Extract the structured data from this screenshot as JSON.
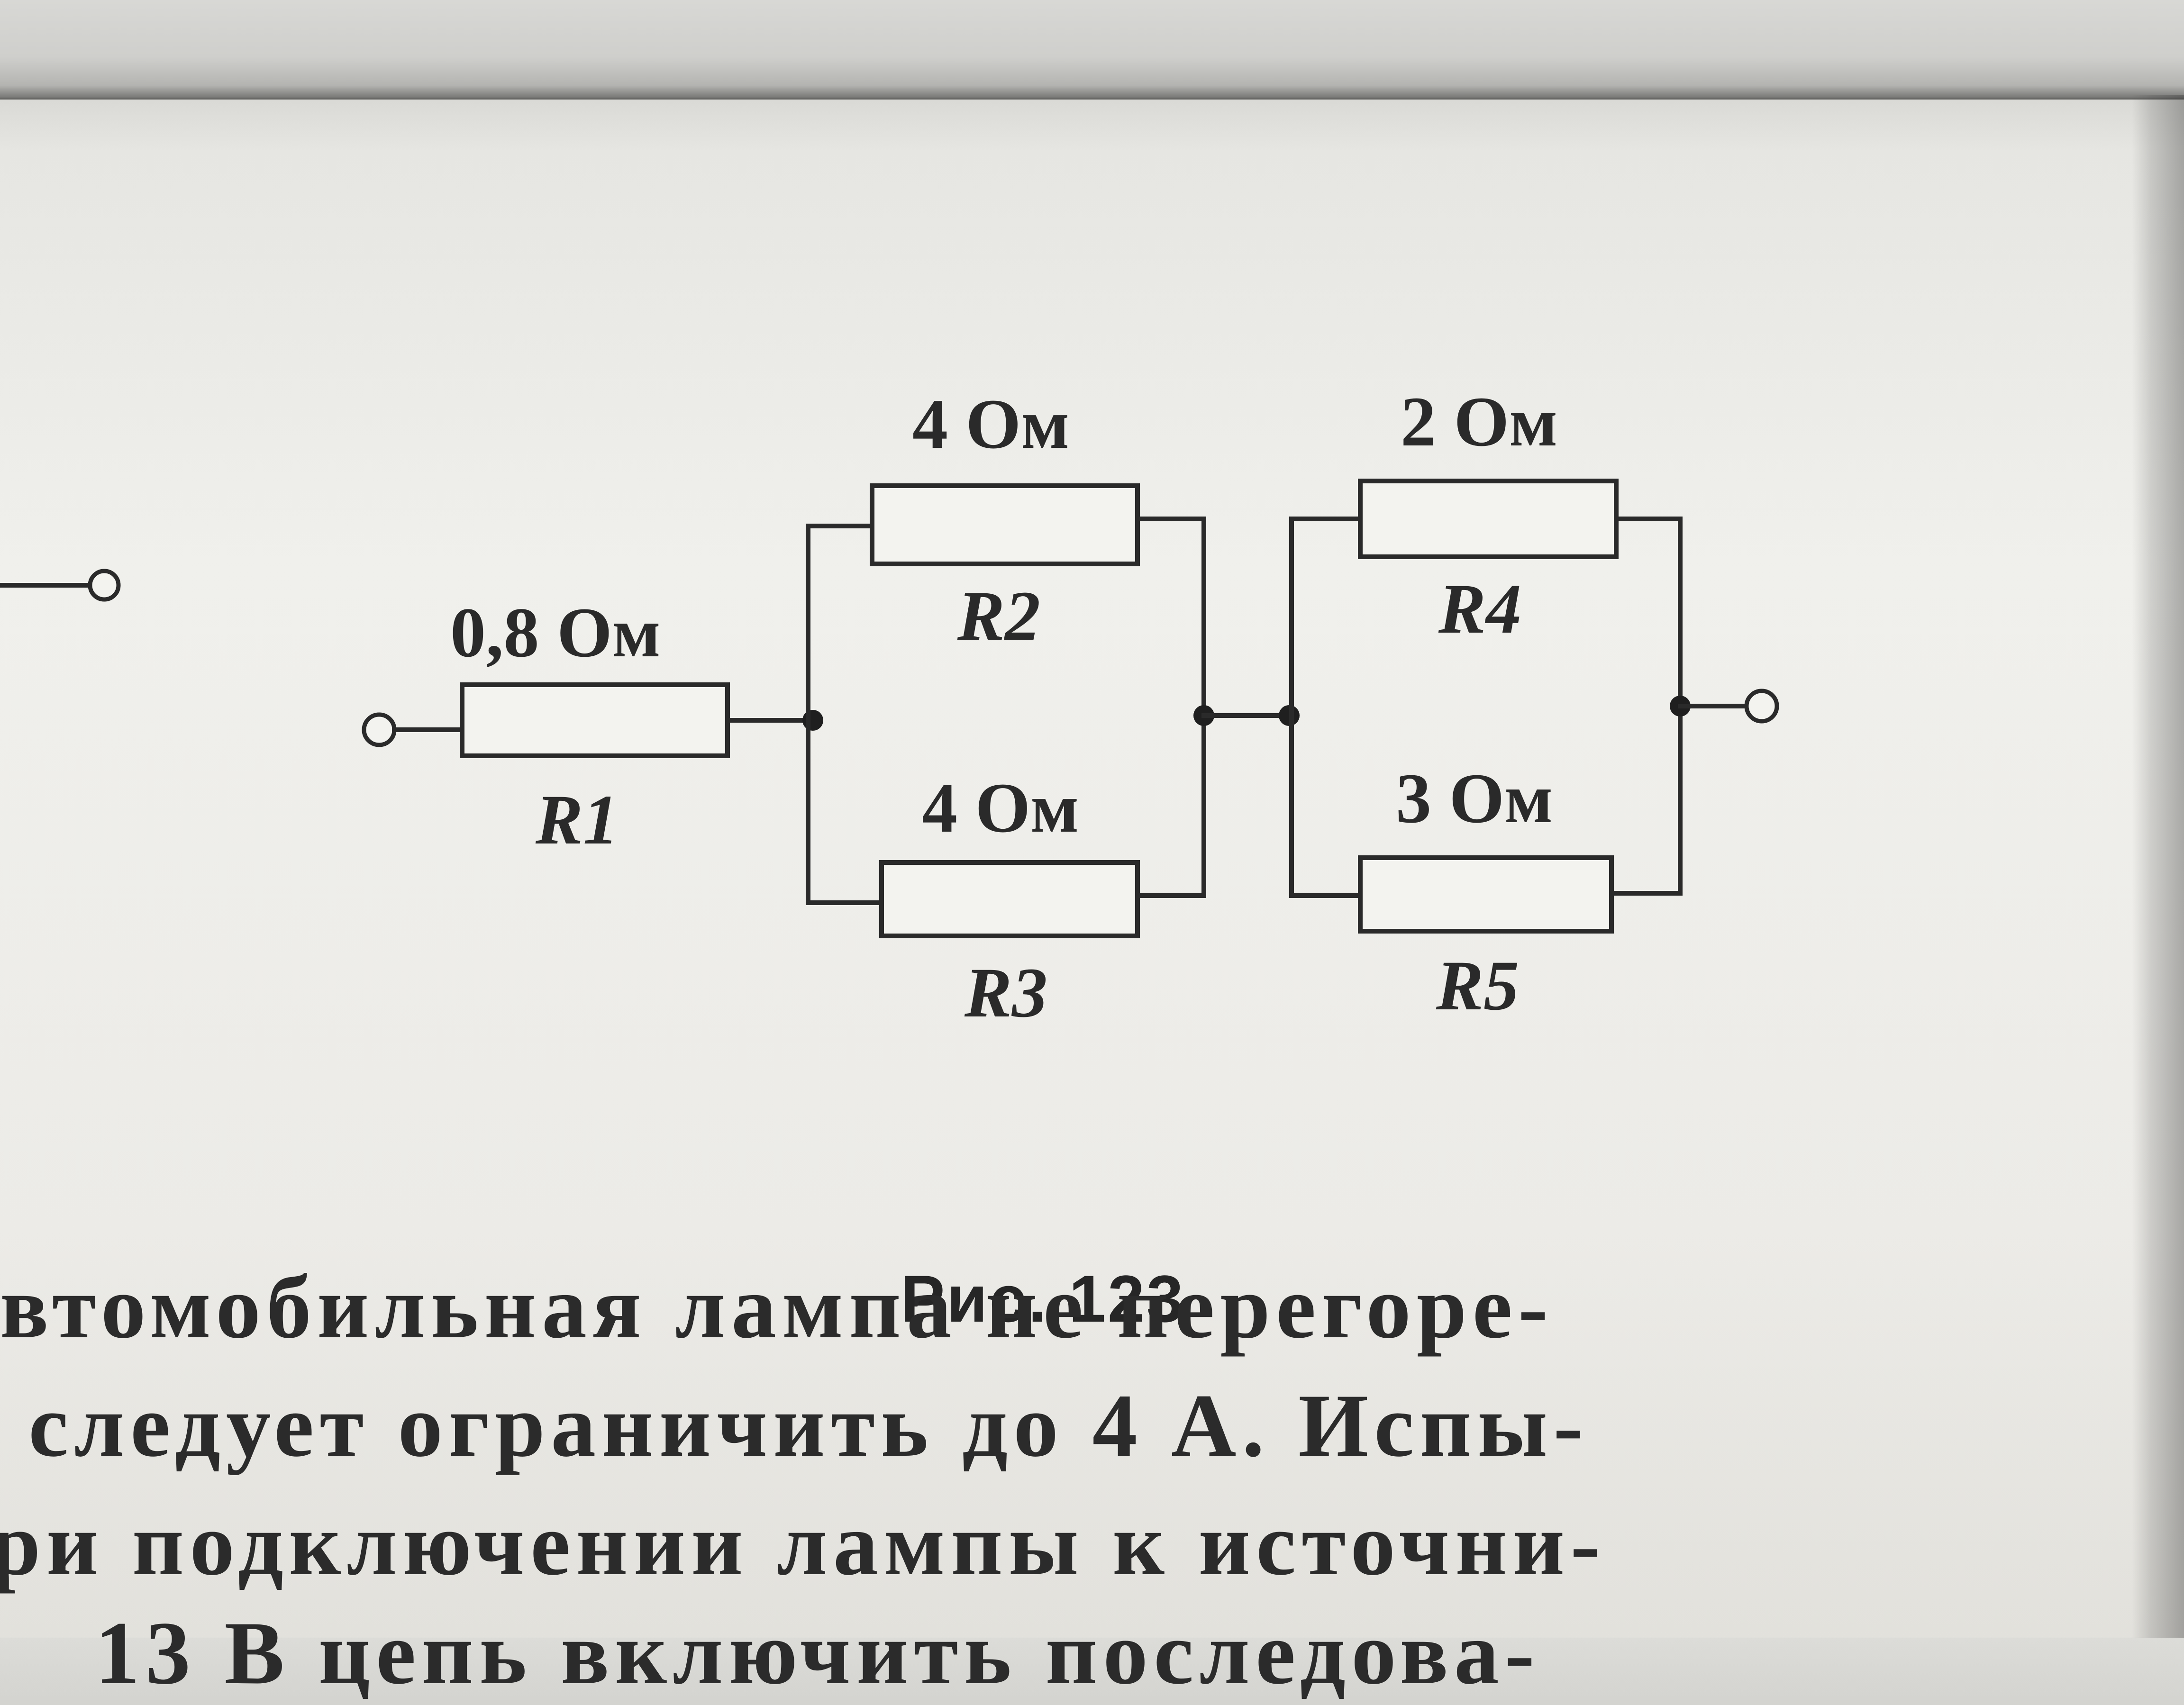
{
  "figure": {
    "caption": "Рис. 123",
    "resistors": [
      {
        "name": "R1",
        "value": "0,8 Ом"
      },
      {
        "name": "R2",
        "value": "4 Ом"
      },
      {
        "name": "R3",
        "value": "4 Ом"
      },
      {
        "name": "R4",
        "value": "2 Ом"
      },
      {
        "name": "R5",
        "value": "3 Ом"
      }
    ]
  },
  "body_text": {
    "lines": [
      "втомобильная лампа не перегоре-",
      "следует ограничить до 4 А. Испы-",
      "ри подключении лампы к источни-",
      "13 В цепь включить последова-"
    ]
  }
}
